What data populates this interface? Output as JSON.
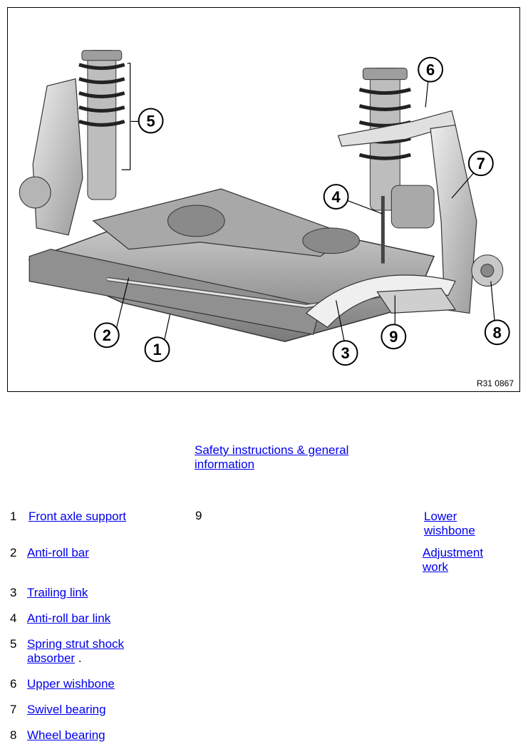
{
  "figure": {
    "code": "R31 0867",
    "callouts": [
      "1",
      "2",
      "3",
      "4",
      "5",
      "6",
      "7",
      "8",
      "9"
    ]
  },
  "safety_link": "Safety instructions & general information",
  "legend": [
    {
      "num": "1",
      "label": "Front axle support"
    },
    {
      "num": "2",
      "label": "Anti-roll bar"
    },
    {
      "num": "3",
      "label": "Trailing link"
    },
    {
      "num": "4",
      "label": "Anti-roll bar link"
    },
    {
      "num": "5",
      "label": "Spring strut shock absorber",
      "suffix": " ."
    },
    {
      "num": "6",
      "label": "Upper wishbone"
    },
    {
      "num": "7",
      "label": "Swivel bearing"
    },
    {
      "num": "8",
      "label": "Wheel bearing"
    }
  ],
  "legend_right": {
    "num": "9",
    "link1": "Lower wishbone",
    "link2": "Adjustment work"
  }
}
